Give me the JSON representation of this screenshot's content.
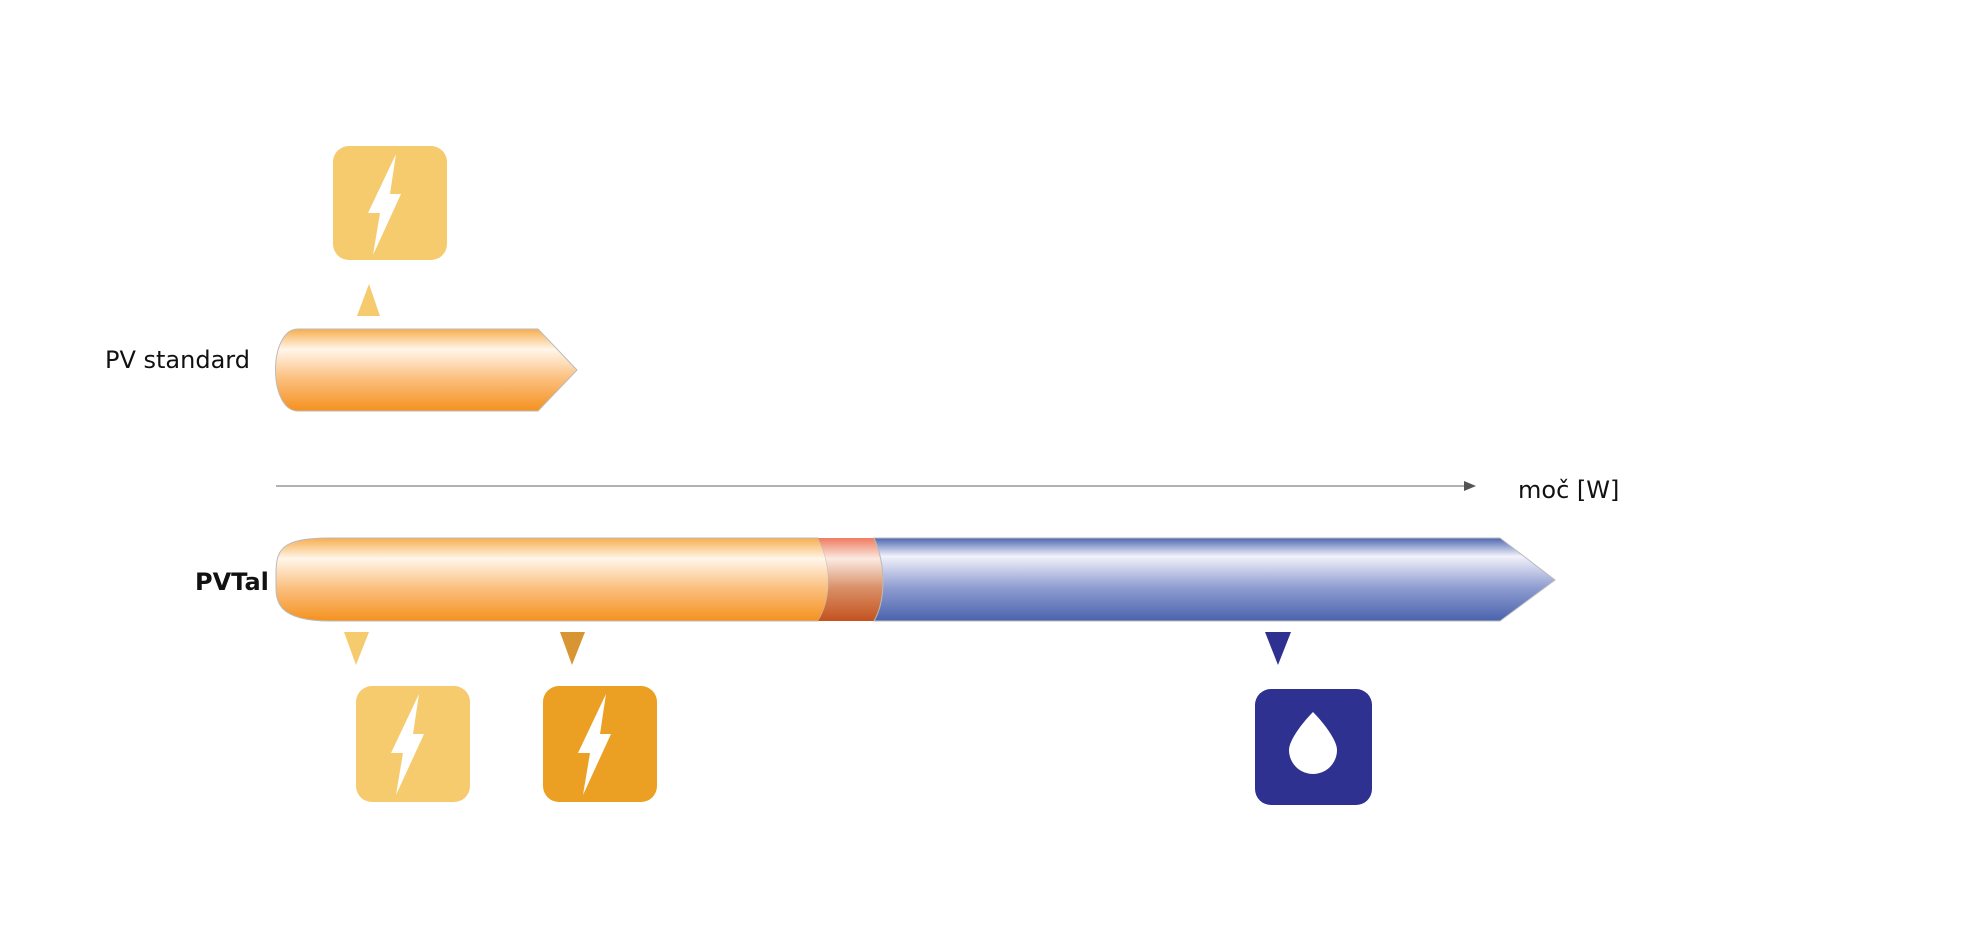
{
  "rows": [
    {
      "label": "PV standard",
      "bold": false
    },
    {
      "label": "PVTal",
      "bold": true
    }
  ],
  "axis": {
    "label": "moč [W]"
  },
  "icons": [
    {
      "row": "PV standard",
      "type": "lightning-icon",
      "color": "#F5CB6E"
    },
    {
      "row": "PVTal",
      "type": "lightning-icon",
      "color": "#F5CB6E"
    },
    {
      "row": "PVTal",
      "type": "lightning-icon",
      "color": "#EBA024"
    },
    {
      "row": "PVTal",
      "type": "water-drop-icon",
      "color": "#2E3190"
    }
  ],
  "colors": {
    "orange_dark": "#F59427",
    "orange_light": "#FFF3E3",
    "blue_dark": "#4A64AE",
    "blue_light": "#F0F0FA",
    "transition": "#C6572A",
    "axis": "#999999"
  }
}
